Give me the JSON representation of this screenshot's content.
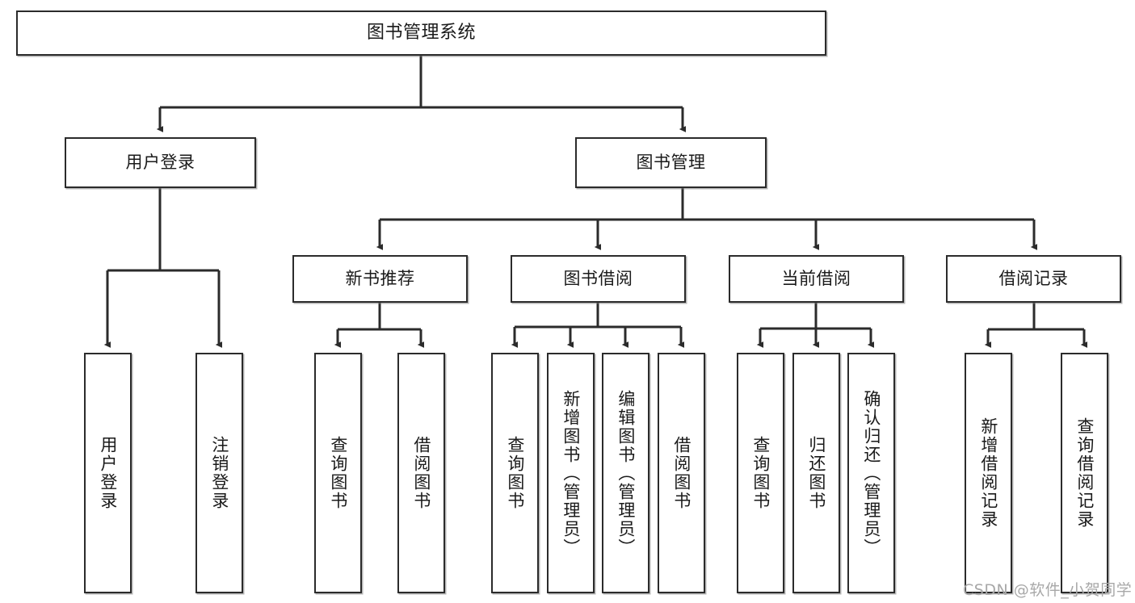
{
  "diagram": {
    "title": "图书管理系统",
    "type": "tree",
    "watermark": "CSDN @软件_小贺同学",
    "colors": {
      "box_border": "#2b2b2b",
      "box_fill": "#ffffff",
      "edge": "#2b2b2b",
      "text": "#1a1a1a",
      "watermark": "#a8a8a8"
    },
    "nodes": {
      "root": {
        "label": "图书管理系统"
      },
      "level1": [
        {
          "label": "用户登录"
        },
        {
          "label": "图书管理"
        }
      ],
      "level2": [
        {
          "label": "新书推荐"
        },
        {
          "label": "图书借阅"
        },
        {
          "label": "当前借阅"
        },
        {
          "label": "借阅记录"
        }
      ],
      "leaves": {
        "user_login": [
          {
            "label": "用户登录"
          },
          {
            "label": "注销登录"
          }
        ],
        "new_book_recommend": [
          {
            "label": "查询图书"
          },
          {
            "label": "借阅图书"
          }
        ],
        "book_borrow": [
          {
            "label": "查询图书"
          },
          {
            "label": "新增图书（管理员）"
          },
          {
            "label": "编辑图书（管理员）"
          },
          {
            "label": "借阅图书"
          }
        ],
        "current_borrow": [
          {
            "label": "查询图书"
          },
          {
            "label": "归还图书"
          },
          {
            "label": "确认归还（管理员）"
          }
        ],
        "borrow_record": [
          {
            "label": "新增借阅记录"
          },
          {
            "label": "查询借阅记录"
          }
        ]
      }
    }
  }
}
